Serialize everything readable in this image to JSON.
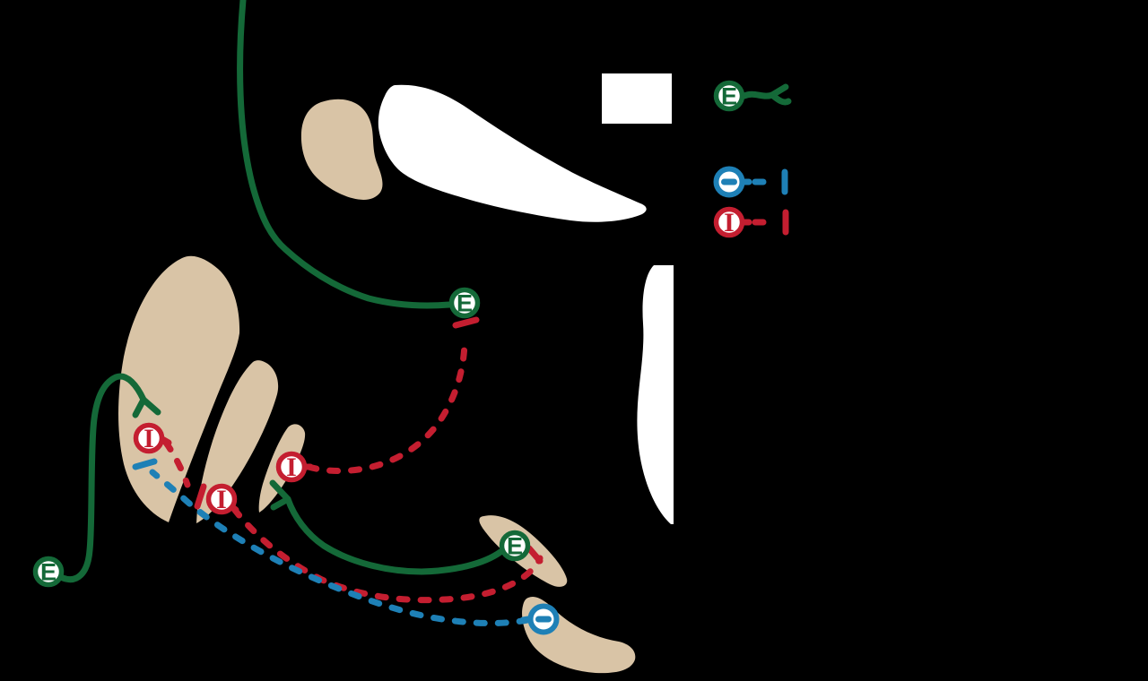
{
  "figure": {
    "kind": "neural-circuit-diagram",
    "visible_text": "none (only node symbols)"
  },
  "colors": {
    "background": "#000000",
    "excitatory": "#146938",
    "inhibitory": "#c41e30",
    "modulatory": "#1e80b6",
    "structure": "#d9c4a6",
    "ventricle": "#ffffff"
  },
  "legend": {
    "swatch_color": "#ffffff",
    "items": [
      {
        "symbol": "E",
        "type": "excitatory",
        "line": "solid",
        "terminal": "branch-fork"
      },
      {
        "symbol": "−",
        "type": "modulatory",
        "line": "dashed",
        "terminal": "bar"
      },
      {
        "symbol": "I",
        "type": "inhibitory",
        "line": "dashed",
        "terminal": "bar"
      }
    ]
  },
  "nodes": [
    {
      "id": "excitatory-neuron-thalamus",
      "symbol": "E"
    },
    {
      "id": "excitatory-neuron-lower-left",
      "symbol": "E"
    },
    {
      "id": "excitatory-neuron-subthalamic",
      "symbol": "E"
    },
    {
      "id": "inhibitory-neuron-striatum",
      "symbol": "I"
    },
    {
      "id": "inhibitory-neuron-pallidum-ext",
      "symbol": "I"
    },
    {
      "id": "inhibitory-neuron-pallidum-int",
      "symbol": "I"
    },
    {
      "id": "modulatory-neuron-nigra",
      "symbol": "−"
    }
  ],
  "structures": [
    {
      "id": "caudate-blob",
      "fill": "#d9c4a6"
    },
    {
      "id": "striatum-leaf",
      "fill": "#d9c4a6"
    },
    {
      "id": "pallidum-external-leaf",
      "fill": "#d9c4a6"
    },
    {
      "id": "pallidum-internal-leaf",
      "fill": "#d9c4a6"
    },
    {
      "id": "subthalamic-nucleus",
      "fill": "#d9c4a6"
    },
    {
      "id": "substantia-nigra",
      "fill": "#d9c4a6"
    },
    {
      "id": "lateral-ventricle",
      "fill": "#ffffff"
    },
    {
      "id": "third-ventricle",
      "fill": "#ffffff"
    },
    {
      "id": "legend-swatch-rectangle",
      "fill": "#ffffff"
    }
  ],
  "connections": [
    {
      "id": "top-arc-into-thalamic-node",
      "type": "excitatory",
      "style": "solid",
      "terminal": "soma"
    },
    {
      "id": "lower-left-loop-into-striatum",
      "type": "excitatory",
      "style": "solid",
      "terminal": "branch-fork"
    },
    {
      "id": "subthalamic-to-internal-pallidum",
      "type": "excitatory",
      "style": "solid",
      "terminal": "branch-fork"
    },
    {
      "id": "striatum-to-external-pallidum",
      "type": "inhibitory",
      "style": "dashed",
      "terminal": "bar"
    },
    {
      "id": "external-pallidum-to-subthalamic",
      "type": "inhibitory",
      "style": "dashed",
      "terminal": "bar"
    },
    {
      "id": "internal-pallidum-to-thalamus",
      "type": "inhibitory",
      "style": "dashed",
      "terminal": "bar"
    },
    {
      "id": "nigra-to-striatum",
      "type": "modulatory",
      "style": "dashed",
      "terminal": "bar"
    }
  ]
}
